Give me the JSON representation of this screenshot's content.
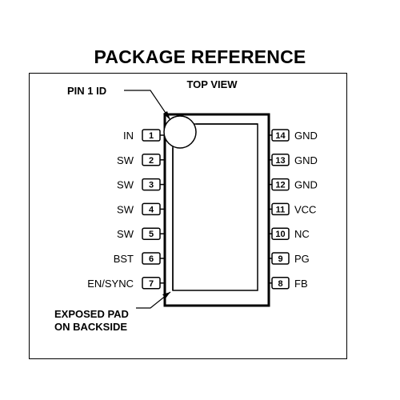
{
  "title": "PACKAGE REFERENCE",
  "view_label": "TOP VIEW",
  "pin1_label": "PIN 1 ID",
  "pad_label_line1": "EXPOSED PAD",
  "pad_label_line2": "ON BACKSIDE",
  "left_pins": [
    {
      "num": "1",
      "name": "IN"
    },
    {
      "num": "2",
      "name": "SW"
    },
    {
      "num": "3",
      "name": "SW"
    },
    {
      "num": "4",
      "name": "SW"
    },
    {
      "num": "5",
      "name": "SW"
    },
    {
      "num": "6",
      "name": "BST"
    },
    {
      "num": "7",
      "name": "EN/SYNC"
    }
  ],
  "right_pins": [
    {
      "num": "14",
      "name": "GND"
    },
    {
      "num": "13",
      "name": "GND"
    },
    {
      "num": "12",
      "name": "GND"
    },
    {
      "num": "11",
      "name": "VCC"
    },
    {
      "num": "10",
      "name": "NC"
    },
    {
      "num": "9",
      "name": "PG"
    },
    {
      "num": "8",
      "name": "FB"
    }
  ]
}
